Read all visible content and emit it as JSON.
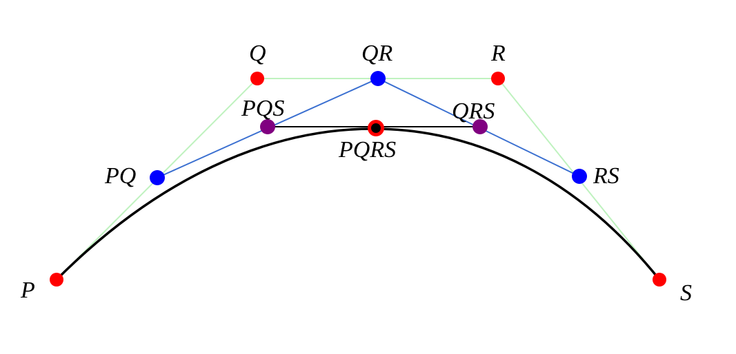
{
  "points": {
    "P": {
      "label": "P"
    },
    "Q": {
      "label": "Q"
    },
    "R": {
      "label": "R"
    },
    "S": {
      "label": "S"
    },
    "PQ": {
      "label": "PQ"
    },
    "QR": {
      "label": "QR"
    },
    "RS": {
      "label": "RS"
    },
    "PQS": {
      "label": "PQS"
    },
    "QRS": {
      "label": "QRS"
    },
    "PQRS": {
      "label": "PQRS"
    }
  },
  "colors": {
    "control_polygon": "#bff2bf",
    "first_level": "#3a6fd0",
    "curve": "#000000",
    "control_points": "#ff0000",
    "first_level_points": "#0000ff",
    "second_level_points": "#800080",
    "final_point_ring": "#ff0000",
    "final_point_core": "#000000",
    "background": "#ffffff"
  }
}
